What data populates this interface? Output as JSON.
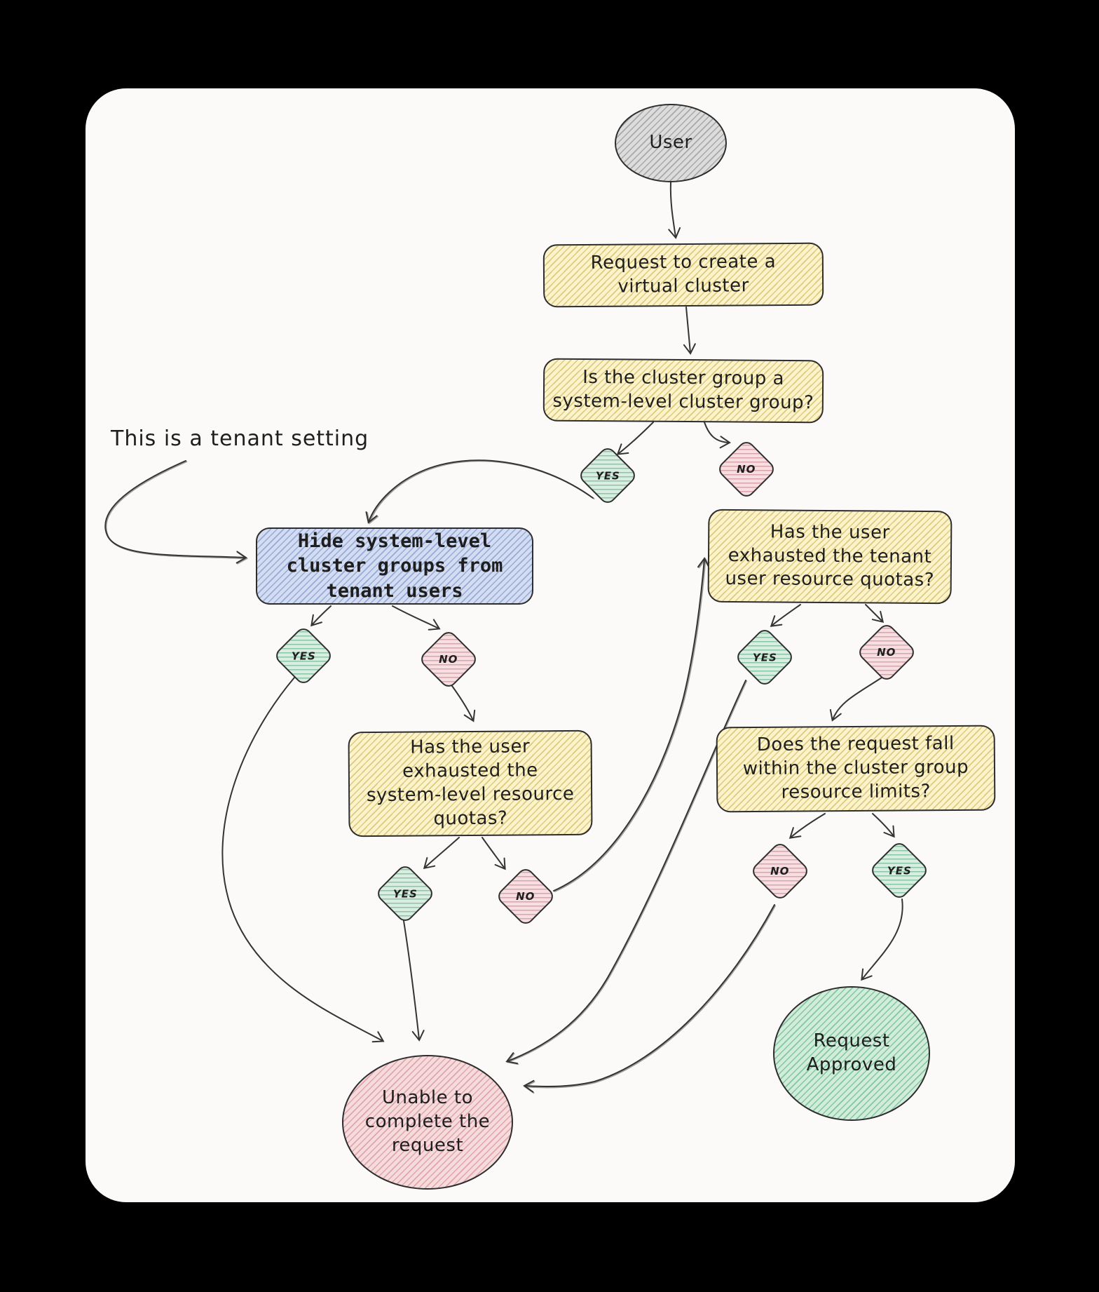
{
  "colors": {
    "bg": "#000000",
    "card": "#fbfaf9",
    "ink": "#1e1e1e",
    "stroke": "#343434",
    "yellow_fill": "#fcf3cb",
    "yellow_hatch": "#dcca7e",
    "blue_fill": "#d3dcf0",
    "blue_hatch": "#97abd8",
    "teal_fill": "#d9ede1",
    "teal_hatch": "#8ac5a5",
    "pink_fill": "#f6dee1",
    "pink_hatch": "#dba3ac",
    "gray_fill": "#dcdcdc",
    "gray_hatch": "#a8a8a8",
    "green_fill": "#d2ecdc",
    "green_hatch": "#82c69e",
    "red_fill": "#f6dbdd",
    "red_hatch": "#e0a4aa"
  },
  "annotation": {
    "text": "This is a tenant setting"
  },
  "labels": {
    "yes": "YES",
    "no": "NO"
  },
  "nodes": {
    "user": {
      "label": "User"
    },
    "request_create": {
      "label": "Request to create a\nvirtual cluster"
    },
    "is_system_level": {
      "label": "Is the cluster group a\nsystem-level cluster group?"
    },
    "hide_system_level": {
      "label": "Hide system-level\ncluster groups from\ntenant users"
    },
    "exhausted_system": {
      "label": "Has the user\nexhausted the\nsystem-level resource\nquotas?"
    },
    "exhausted_tenant": {
      "label": "Has the user\nexhausted the tenant\nuser resource quotas?"
    },
    "within_limits": {
      "label": "Does the request fall\nwithin the cluster group\nresource limits?"
    },
    "request_approved": {
      "label": "Request\nApproved"
    },
    "unable_complete": {
      "label": "Unable to\ncomplete the\nrequest"
    }
  }
}
